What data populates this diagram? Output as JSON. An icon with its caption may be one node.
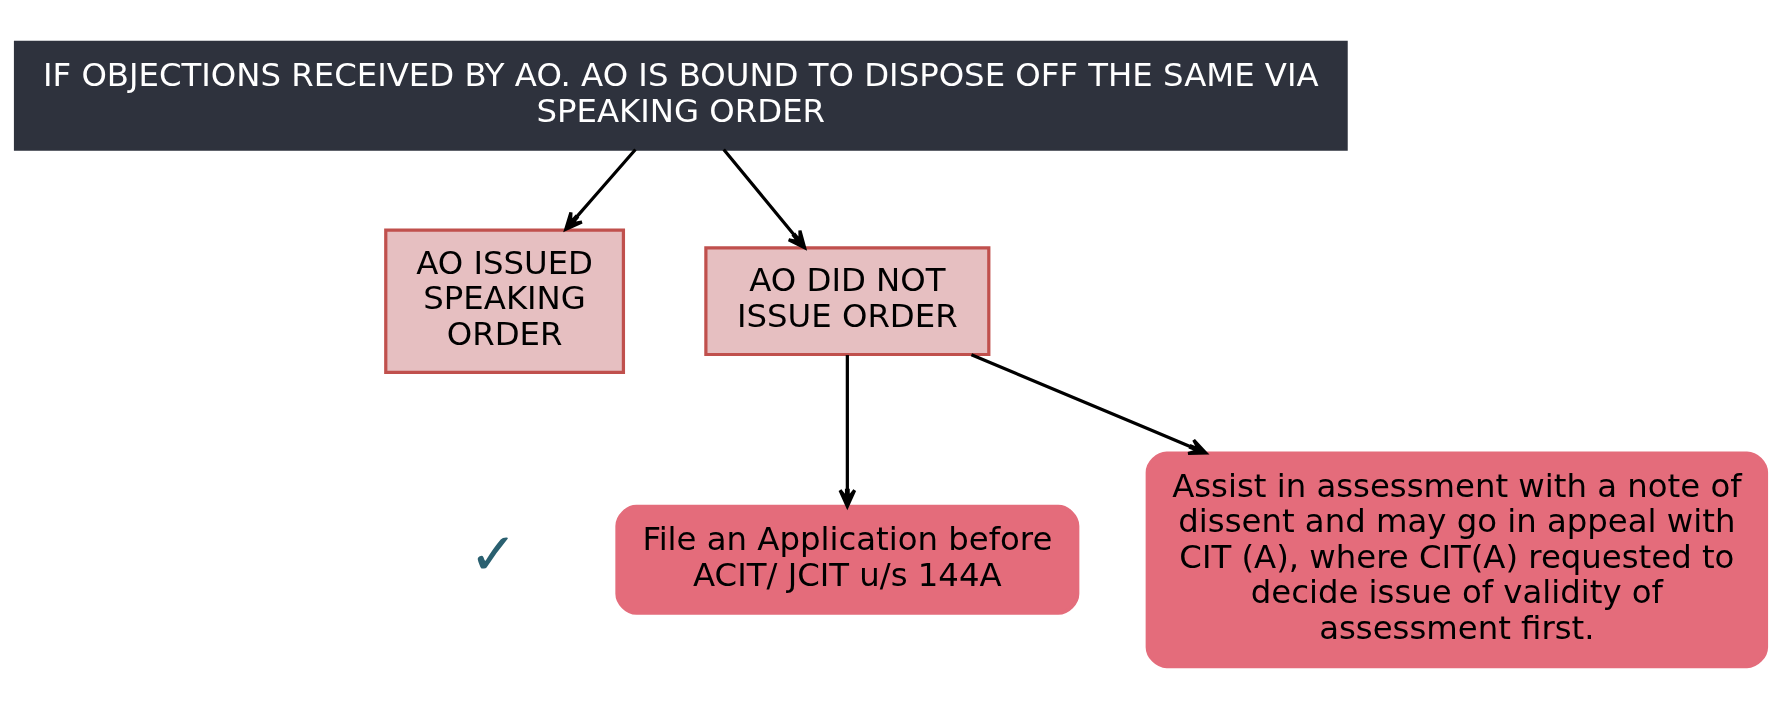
{
  "diagram": {
    "nodes": [
      {
        "text": [
          "IF OBJECTIONS RECEIVED BY AO. AO IS BOUND TO DISPOSE OFF THE SAME VIA SPEAKING ORDER"
        ]
      },
      {
        "text": [
          "AO ISSUED SPEAKING ORDER"
        ]
      },
      {
        "text": [
          "AO DID NOT ISSUE ORDER"
        ]
      },
      {
        "text": [
          "File an Application before ACIT/ JCIT u/s 144A"
        ]
      },
      {
        "text": [
          "Assist in assessment with a note of dissent and may go in appeal with CIT (A), where CIT(A) requested to decide issue of validity of assessment first."
        ]
      }
    ],
    "edges": [
      {
        "from": 0,
        "to": 1,
        "arrow": "to"
      },
      {
        "from": 0,
        "to": 2,
        "arrow": "to"
      },
      {
        "from": 2,
        "to": 3,
        "arrow": "to"
      },
      {
        "from": 2,
        "to": 4,
        "arrow": "to"
      }
    ],
    "labels": [
      "✓"
    ]
  }
}
